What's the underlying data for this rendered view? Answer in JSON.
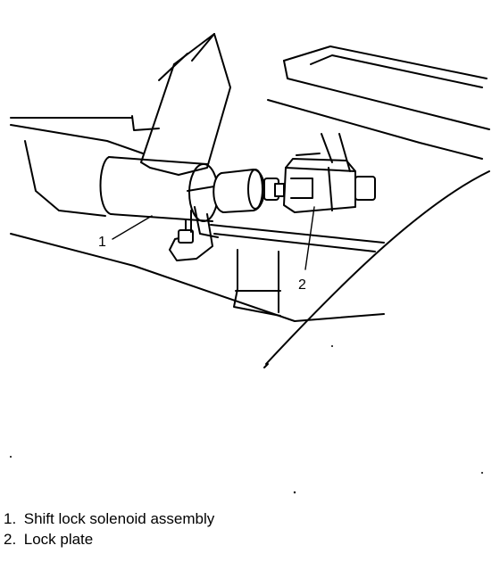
{
  "callouts": [
    {
      "number": "1",
      "label": "Shift lock solenoid assembly"
    },
    {
      "number": "2",
      "label": "Lock plate"
    }
  ],
  "legend": {
    "items": [
      {
        "number": "1.",
        "text": "Shift lock solenoid assembly"
      },
      {
        "number": "2.",
        "text": "Lock plate"
      }
    ]
  },
  "colors": {
    "ink": "#000000",
    "paper": "#ffffff"
  }
}
